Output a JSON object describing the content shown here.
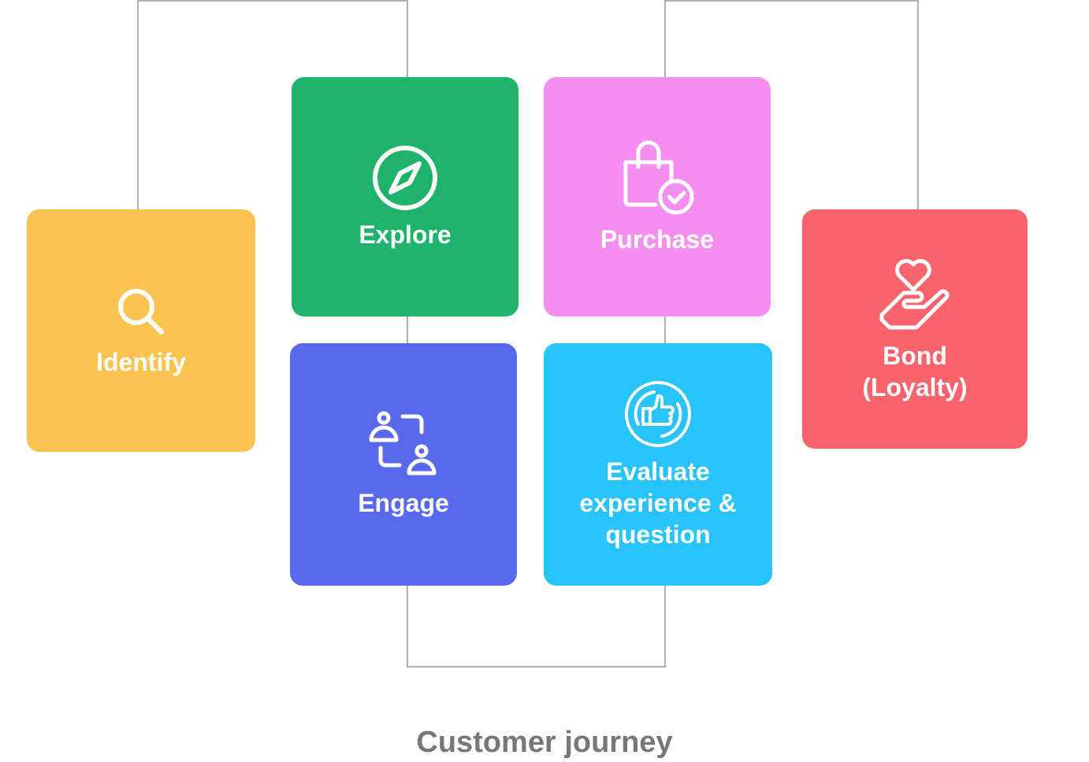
{
  "title": "Customer journey",
  "stages": {
    "identify": {
      "label": "Identify",
      "color": "#FBC450",
      "icon": "magnifier-icon"
    },
    "explore": {
      "label": "Explore",
      "color": "#1DB36B",
      "icon": "compass-icon"
    },
    "purchase": {
      "label": "Purchase",
      "color": "#F48EF0",
      "icon": "shopping-bag-check-icon"
    },
    "engage": {
      "label": "Engage",
      "color": "#5869EE",
      "icon": "people-exchange-icon"
    },
    "evaluate": {
      "label": "Evaluate\nexperience &\nquestion",
      "color": "#27C3FC",
      "icon": "thumbs-up-badge-icon"
    },
    "bond": {
      "label": "Bond\n(Loyalty)",
      "color": "#F8636C",
      "icon": "heart-hand-icon"
    }
  }
}
